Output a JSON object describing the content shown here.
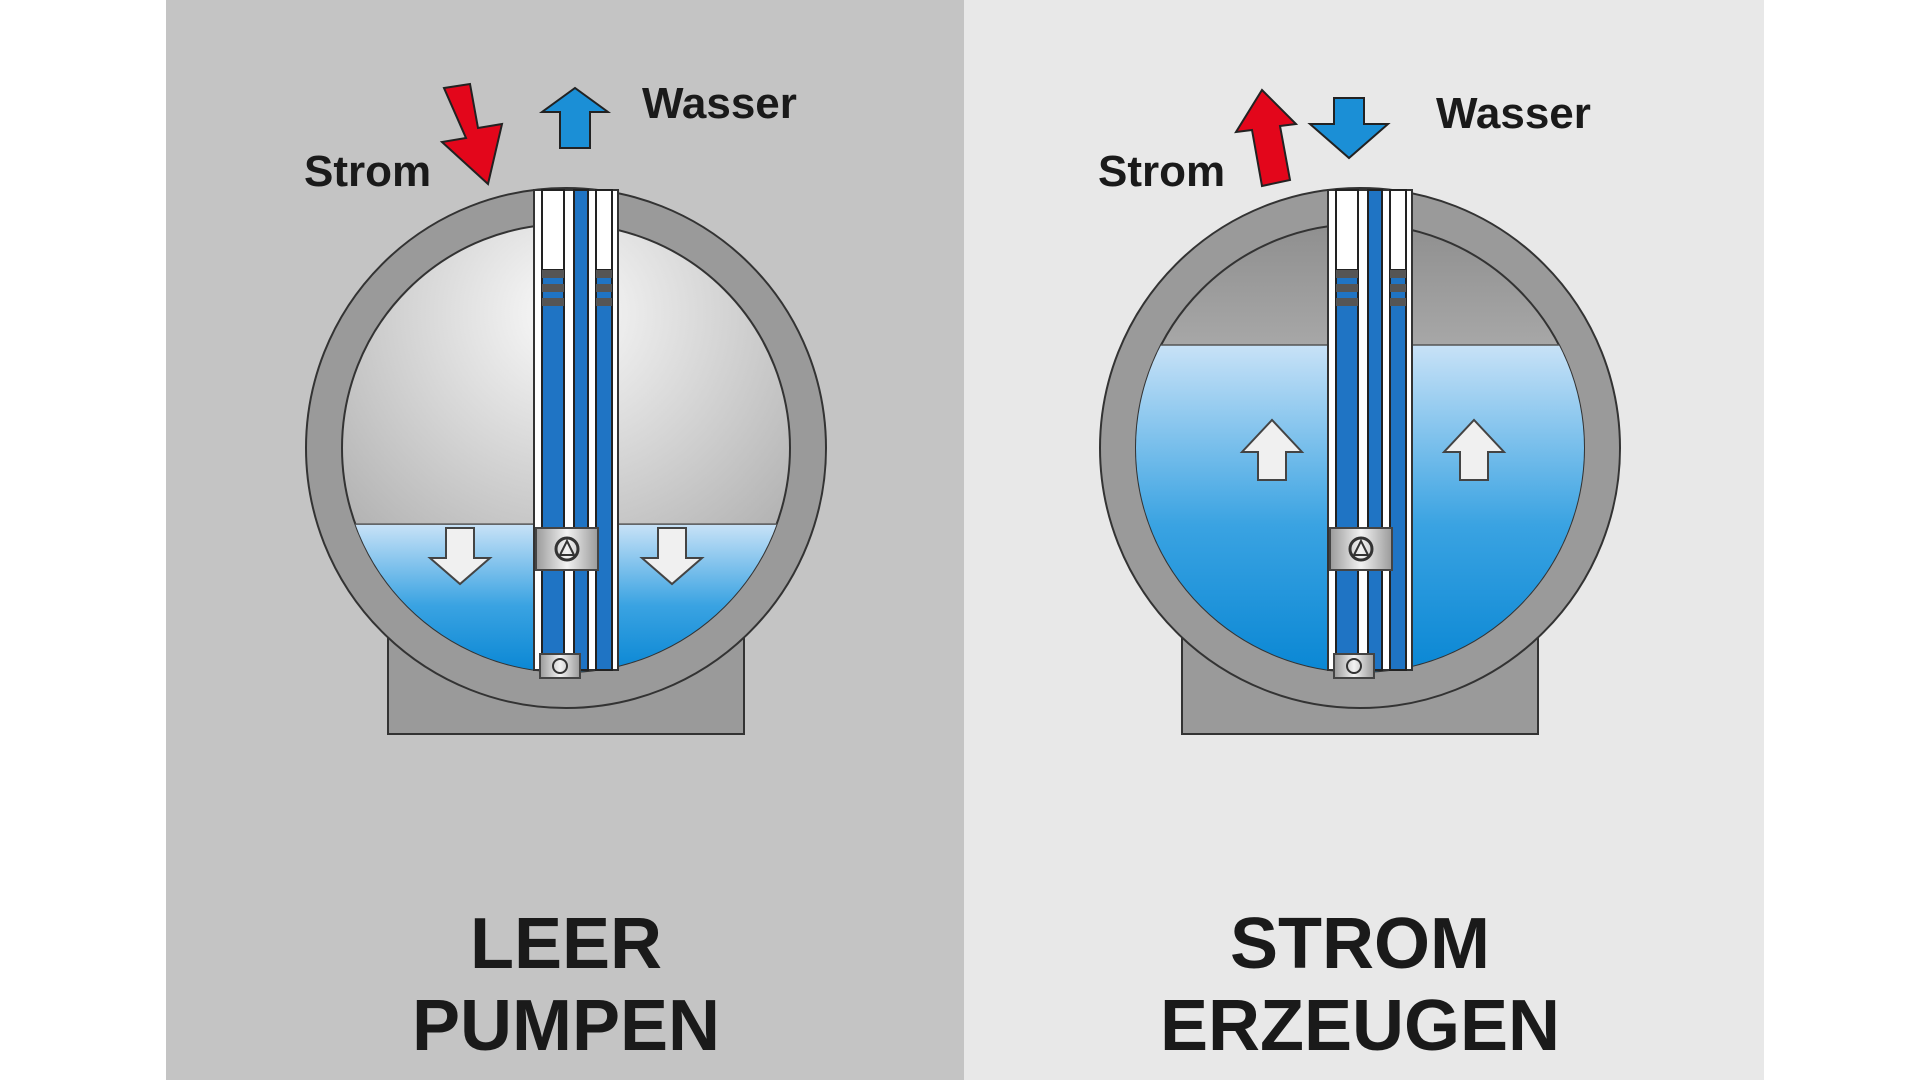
{
  "panels": [
    {
      "id": "left",
      "state": "draining",
      "background": "#c4c4c4",
      "water_fill_fraction": 0.33,
      "strom_label": "Strom",
      "wasser_label": "Wasser",
      "strom_arrow_direction": "in",
      "wasser_arrow_direction": "out",
      "inner_arrow_direction": "down",
      "caption_line1": "LEER",
      "caption_line2": "PUMPEN"
    },
    {
      "id": "right",
      "state": "filling",
      "background": "#e8e8e8",
      "water_fill_fraction": 0.73,
      "strom_label": "Strom",
      "wasser_label": "Wasser",
      "strom_arrow_direction": "out",
      "wasser_arrow_direction": "in",
      "inner_arrow_direction": "up",
      "caption_line1": "STROM",
      "caption_line2": "ERZEUGEN"
    }
  ],
  "colors": {
    "strom_arrow": "#e3061b",
    "wasser_arrow": "#1b8fd6",
    "water_top": "#c8e2f7",
    "water_bottom": "#0c8bd6",
    "shell": "#9a9a9a",
    "pipe": "#1a6fc0",
    "inner_arrow": "#f0f0f0"
  }
}
